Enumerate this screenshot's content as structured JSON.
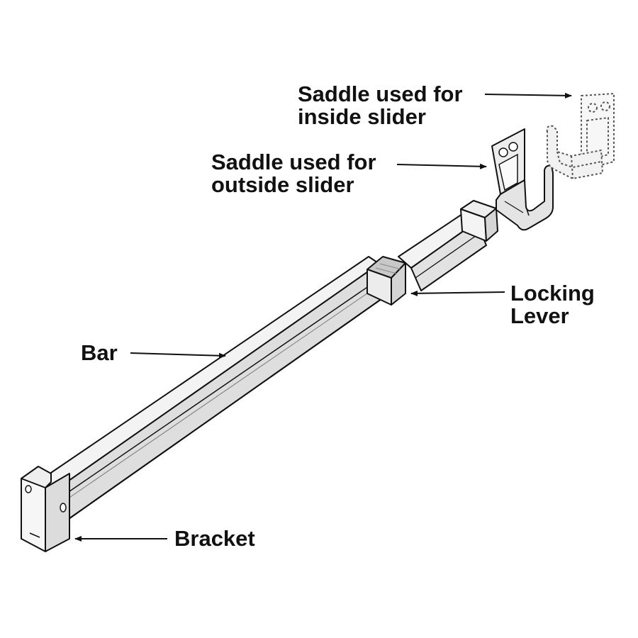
{
  "labels": {
    "saddle_inside": [
      "Saddle used for",
      "inside slider"
    ],
    "saddle_outside": [
      "Saddle used for",
      "outside slider"
    ],
    "locking_lever": [
      "Locking",
      "Lever"
    ],
    "bar": "Bar",
    "bracket": "Bracket"
  },
  "colors": {
    "ink": "#111111",
    "metal_light": "#f3f3f3",
    "metal_mid": "#d9d9d9",
    "metal_dark": "#bdbdbd",
    "lever_pad": "#c8c8c8",
    "dotted": "#555555"
  }
}
